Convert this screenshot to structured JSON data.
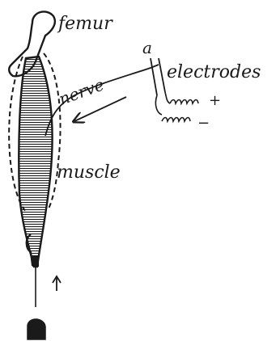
{
  "labels": {
    "femur": "femur",
    "nerve": "nerve",
    "electrodes": "electrodes",
    "electrode_point": "a",
    "muscle": "muscle",
    "positive": "+",
    "negative": "−"
  },
  "colors": {
    "ink": "#1a1a1a",
    "paper": "#ffffff"
  }
}
